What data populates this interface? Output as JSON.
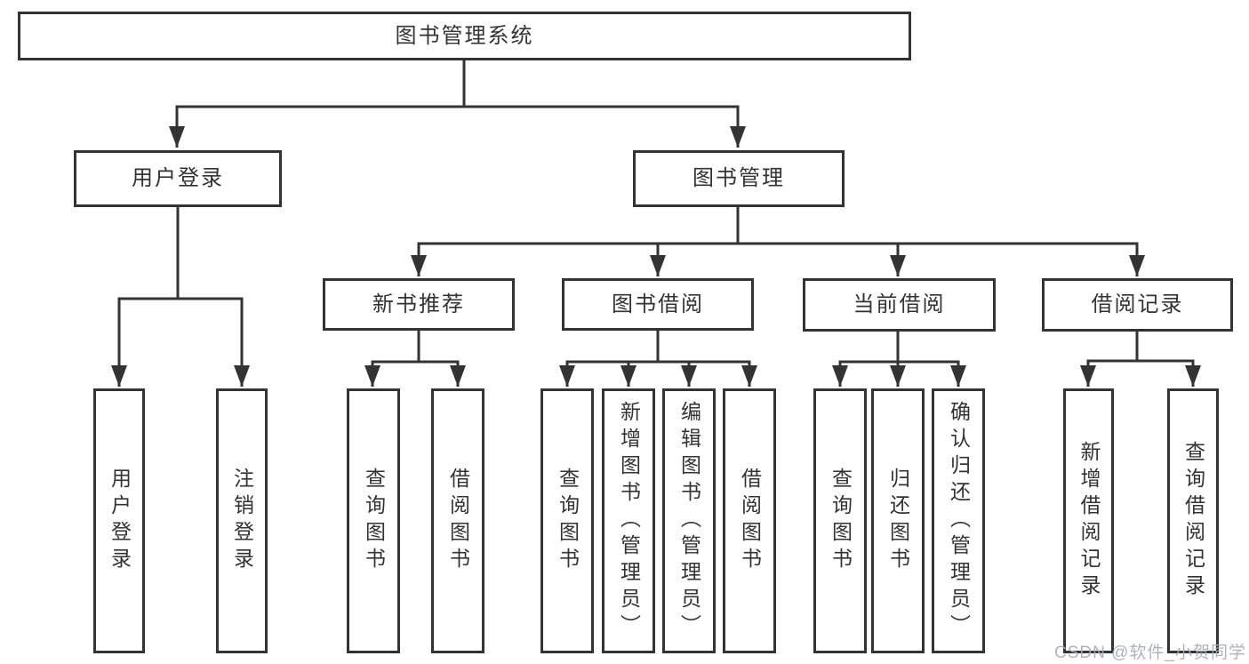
{
  "root": {
    "label": "图书管理系统",
    "children": [
      {
        "label": "用户登录",
        "children": [
          {
            "label": "用户登录"
          },
          {
            "label": "注销登录"
          }
        ]
      },
      {
        "label": "图书管理",
        "children": [
          {
            "label": "新书推荐",
            "children": [
              {
                "label": "查询图书"
              },
              {
                "label": "借阅图书"
              }
            ]
          },
          {
            "label": "图书借阅",
            "children": [
              {
                "label": "查询图书"
              },
              {
                "label": "新增图书（管理员）"
              },
              {
                "label": "编辑图书（管理员）"
              },
              {
                "label": "借阅图书"
              }
            ]
          },
          {
            "label": "当前借阅",
            "children": [
              {
                "label": "查询图书"
              },
              {
                "label": "归还图书"
              },
              {
                "label": "确认归还（管理员）"
              }
            ]
          },
          {
            "label": "借阅记录",
            "children": [
              {
                "label": "新增借阅记录"
              },
              {
                "label": "查询借阅记录"
              }
            ]
          }
        ]
      }
    ]
  },
  "watermark": "CSDN @软件_小贺同学",
  "colors": {
    "line": "#333333",
    "text": "#333333",
    "background": "#ffffff",
    "watermark": "#a7acb5"
  }
}
